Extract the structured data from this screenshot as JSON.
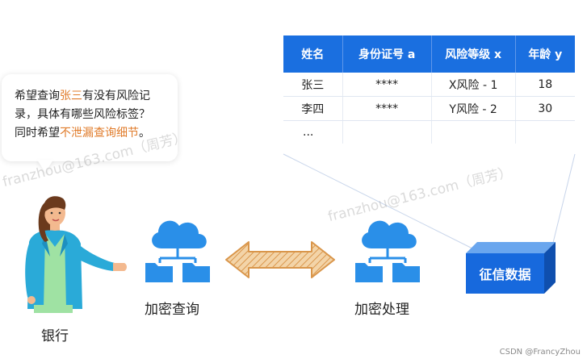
{
  "bubble": {
    "line1_pre": "希望查询",
    "line1_hl": "张三",
    "line1_post": "有没有风险记",
    "line2": "录，具体有哪些风险标签？",
    "line3_pre": "同时希望",
    "line3_hl": "不泄漏查询细节",
    "line3_post": "。"
  },
  "table": {
    "headers": [
      "姓名",
      "身份证号 a",
      "风险等级 x",
      "年龄 y"
    ],
    "rows": [
      [
        "张三",
        "****",
        "X风险 - 1",
        "18"
      ],
      [
        "李四",
        "****",
        "Y风险 - 2",
        "30"
      ]
    ],
    "more": "..."
  },
  "labels": {
    "bank": "银行",
    "encrypted_query": "加密查询",
    "encrypted_processing": "加密处理",
    "credit_data": "征信数据"
  },
  "watermarks": [
    "franzhou@163.com（周芳）",
    "franzhou@163.com（周芳）"
  ],
  "caption": "CSDN @FrancyZhou",
  "colors": {
    "blue": "#1a6fe0",
    "cloud_blue": "#2a8fe8",
    "highlight_orange": "#e07b2a",
    "arrow_orange": "#d9964b"
  },
  "icons": [
    "person-icon",
    "cloud-folder-icon",
    "double-arrow-icon",
    "cube-icon"
  ]
}
